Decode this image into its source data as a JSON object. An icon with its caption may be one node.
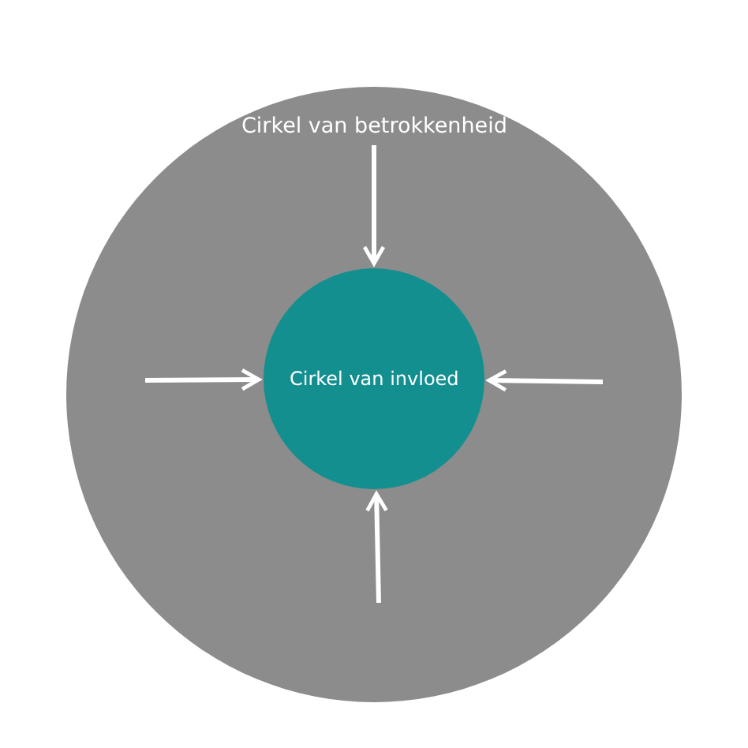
{
  "diagram": {
    "nodes": [
      {
        "text": [
          "Cirkel van betrokkenheid"
        ]
      },
      {
        "text": [
          "Cirkel van invloed"
        ],
        "in": 0
      }
    ],
    "edges": [
      {
        "from": null,
        "to": 1,
        "arrow": "to"
      },
      {
        "from": null,
        "to": 1,
        "arrow": "to"
      },
      {
        "from": null,
        "to": 1,
        "arrow": "to"
      },
      {
        "from": null,
        "to": 1,
        "arrow": "to"
      }
    ]
  }
}
